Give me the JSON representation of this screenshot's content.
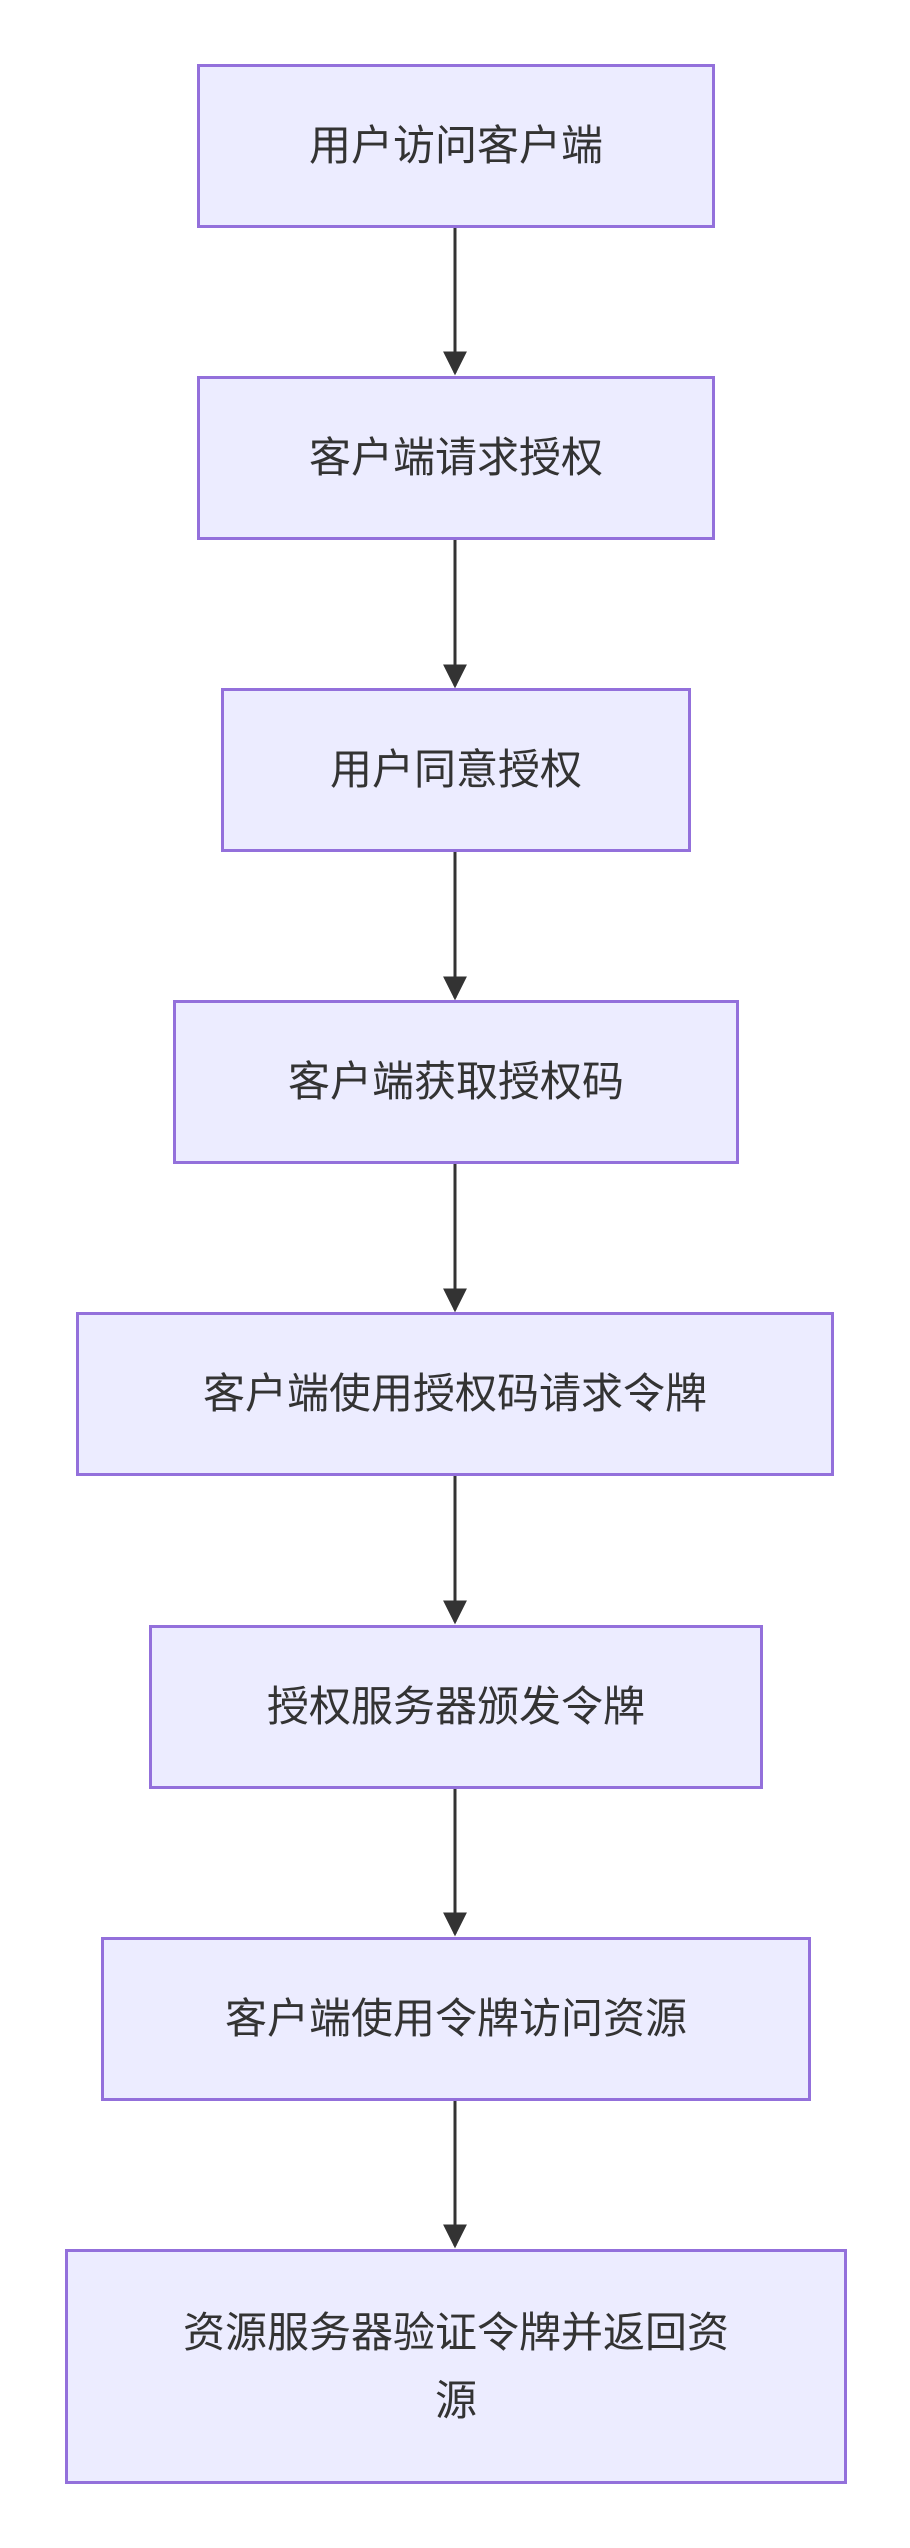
{
  "diagram": {
    "type": "flowchart",
    "direction": "top-to-bottom",
    "colors": {
      "node_fill": "#ECECFF",
      "node_border": "#9370DB",
      "text": "#333333",
      "edge": "#333333"
    },
    "nodes": [
      {
        "id": "n1",
        "label": "用户访问客户端"
      },
      {
        "id": "n2",
        "label": "客户端请求授权"
      },
      {
        "id": "n3",
        "label": "用户同意授权"
      },
      {
        "id": "n4",
        "label": "客户端获取授权码"
      },
      {
        "id": "n5",
        "label": "客户端使用授权码请求令牌"
      },
      {
        "id": "n6",
        "label": "授权服务器颁发令牌"
      },
      {
        "id": "n7",
        "label": "客户端使用令牌访问资源"
      },
      {
        "id": "n8",
        "label": "资源服务器验证令牌并返回资源"
      }
    ],
    "edges": [
      {
        "from": "n1",
        "to": "n2"
      },
      {
        "from": "n2",
        "to": "n3"
      },
      {
        "from": "n3",
        "to": "n4"
      },
      {
        "from": "n4",
        "to": "n5"
      },
      {
        "from": "n5",
        "to": "n6"
      },
      {
        "from": "n6",
        "to": "n7"
      },
      {
        "from": "n7",
        "to": "n8"
      }
    ]
  }
}
